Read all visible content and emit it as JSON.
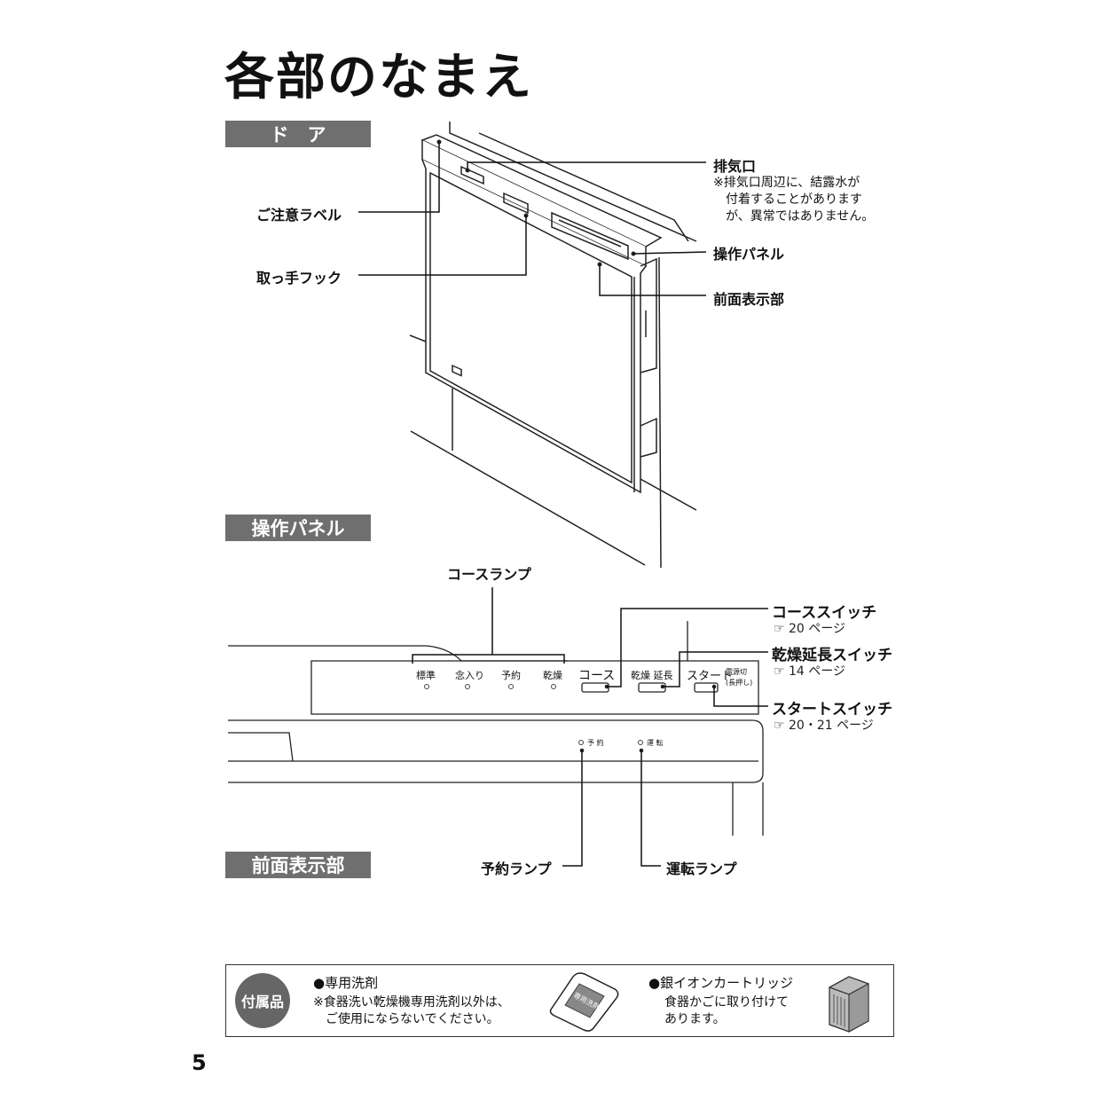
{
  "title": "各部のなまえ",
  "sections": {
    "door": "ド　ア",
    "panel": "操作パネル",
    "front_display": "前面表示部"
  },
  "door_labels": {
    "exhaust": "排気口",
    "exhaust_note_1": "※排気口周辺に、結露水が",
    "exhaust_note_2": "付着することがあります",
    "exhaust_note_3": "が、異常ではありません。",
    "caution_label": "ご注意ラベル",
    "control_panel": "操作パネル",
    "handle_hook": "取っ手フック",
    "front_display": "前面表示部"
  },
  "panel_labels": {
    "course_lamp": "コースランプ",
    "course_switch": "コーススイッチ",
    "course_switch_ref": "☞ 20 ページ",
    "dry_extend_switch": "乾燥延長スイッチ",
    "dry_extend_ref": "☞ 14 ページ",
    "start_switch": "スタートスイッチ",
    "start_switch_ref": "☞ 20・21 ページ"
  },
  "panel_buttons": {
    "lamp_standard": "標準",
    "lamp_thorough": "念入り",
    "lamp_preset": "予約",
    "lamp_dry": "乾燥",
    "course": "コース",
    "dry_extend": "乾燥 延長",
    "start": "スタート",
    "power_off_1": "電源切",
    "power_off_2": "(長押し)"
  },
  "front_labels": {
    "preset_indicator": "予 約",
    "run_indicator": "運 転",
    "preset_lamp": "予約ランプ",
    "run_lamp": "運転ランプ"
  },
  "accessories": {
    "badge": "付属品",
    "detergent_title": "●専用洗剤",
    "detergent_note_1": "※食器洗い乾燥機専用洗剤以外は、",
    "detergent_note_2": "ご使用にならないでください。",
    "detergent_pack_label": "専用洗剤",
    "cartridge_title": "●銀イオンカートリッジ",
    "cartridge_note_1": "食器かごに取り付けて",
    "cartridge_note_2": "あります。"
  },
  "page_number": "5"
}
